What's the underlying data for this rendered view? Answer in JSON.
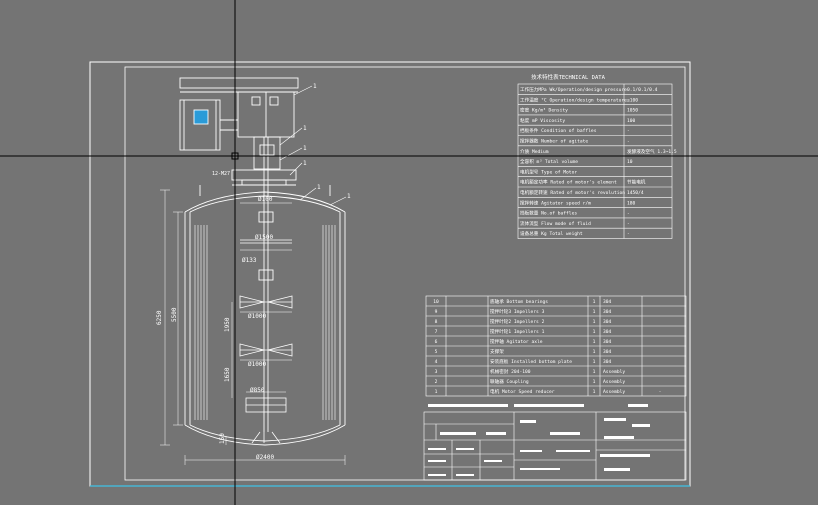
{
  "colors": {
    "background": "#747474",
    "line": "#ffffff",
    "crosshair": "#000000",
    "accent": "#3fc2e6",
    "motor": "#2a9bd8"
  },
  "tech_table": {
    "title": "技术特性表TECHNICAL DATA",
    "rows": [
      {
        "label": "工作压力MPa Wk/Operation/design pressure",
        "value": "0.1/0.1/0.4"
      },
      {
        "label": "工作温度 °C Operation/design temperature",
        "value": "≤100"
      },
      {
        "label": "密度 Kg/m³ Density",
        "value": "1050"
      },
      {
        "label": "粘度 mP Viscosity",
        "value": "100"
      },
      {
        "label": "挡板条件 Condition of baffles",
        "value": "-"
      },
      {
        "label": "搅拌器数 Number of agitate",
        "value": "-"
      },
      {
        "label": "介质 Medium",
        "value": "发酵液及空气 1.3~1.5"
      },
      {
        "label": "全容积 m³ Total volume",
        "value": "10"
      },
      {
        "label": "电机型号 Type of Motor",
        "value": ""
      },
      {
        "label": "电机额定功率 Rated of motor's element",
        "value": "节能电机"
      },
      {
        "label": "电机额定转速 Rated of motor's revolution",
        "value": "1450/4"
      },
      {
        "label": "搅拌转速 Agitator speed r/m",
        "value": "180"
      },
      {
        "label": "挡板数量 No.of baffles",
        "value": "-"
      },
      {
        "label": "流体流型 Flow mode of fluid",
        "value": "-"
      },
      {
        "label": "设备总重 Kg Total weight",
        "value": "-"
      }
    ]
  },
  "parts_table": {
    "rows": [
      {
        "no": "10",
        "name": "底轴承 Bottom bearings",
        "qty": "1",
        "material": "304",
        "note": ""
      },
      {
        "no": "9",
        "name": "搅拌叶轮3 Impellers 3",
        "qty": "1",
        "material": "304",
        "note": ""
      },
      {
        "no": "8",
        "name": "搅拌叶轮2 Impellers 2",
        "qty": "1",
        "material": "304",
        "note": ""
      },
      {
        "no": "7",
        "name": "搅拌叶轮1 Impellers 1",
        "qty": "1",
        "material": "304",
        "note": ""
      },
      {
        "no": "6",
        "name": "搅拌轴 Agitator axle",
        "qty": "1",
        "material": "304",
        "note": ""
      },
      {
        "no": "5",
        "name": "支撑架",
        "qty": "1",
        "material": "304",
        "note": ""
      },
      {
        "no": "4",
        "name": "安装底板 Installed bottom plate",
        "qty": "1",
        "material": "304",
        "note": ""
      },
      {
        "no": "3",
        "name": "机械密封 204-100",
        "qty": "1",
        "material": "Assembly",
        "note": ""
      },
      {
        "no": "2",
        "name": "联轴器 Coupling",
        "qty": "1",
        "material": "Assembly",
        "note": ""
      },
      {
        "no": "1",
        "name": "电机 Motor Speed reducer",
        "qty": "1",
        "material": "Assembly",
        "note": "-"
      }
    ]
  },
  "dimensions": {
    "d_shaft_top": "Ø100",
    "d_top": "Ø1500",
    "d_shaft": "Ø133",
    "d_imp2": "Ø1000",
    "d_imp1": "Ø1000",
    "d_bottom": "Ø850",
    "w_base": "Ø2400",
    "h_total": "6250",
    "h_inner": "5500",
    "h_gap2": "1950",
    "h_gap1": "1650",
    "h_bottom": "150"
  },
  "leaders": {
    "top_1": "1",
    "mid_1": "1",
    "mid_2": "1",
    "mid_3": "1",
    "mid_4": "1",
    "right_1": "1",
    "small_note": "12-M27"
  }
}
